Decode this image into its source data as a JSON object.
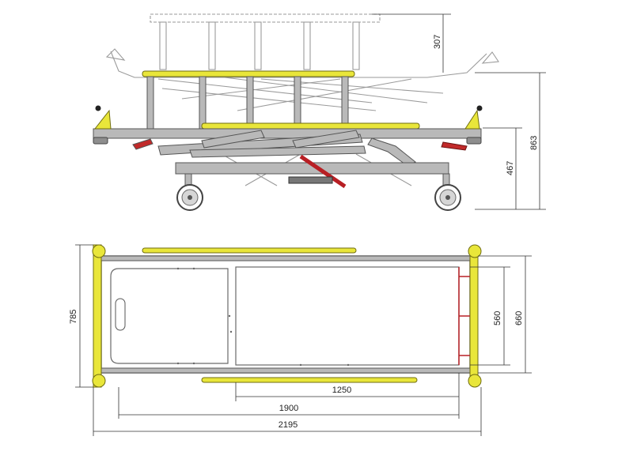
{
  "colors": {
    "frame": "#b9b9b9",
    "rail": "#e9e63a",
    "actuator": "#b81f24",
    "ghost_outline": "#9a9a9a"
  },
  "dimensions": {
    "side_view": {
      "raised_extra": "307",
      "max_height": "863",
      "min_height": "467"
    },
    "top_view": {
      "overall_width": "785",
      "width_outer": "660",
      "width_inner": "560",
      "length_rail": "1250",
      "length_platform": "1900",
      "length_overall": "2195"
    }
  }
}
